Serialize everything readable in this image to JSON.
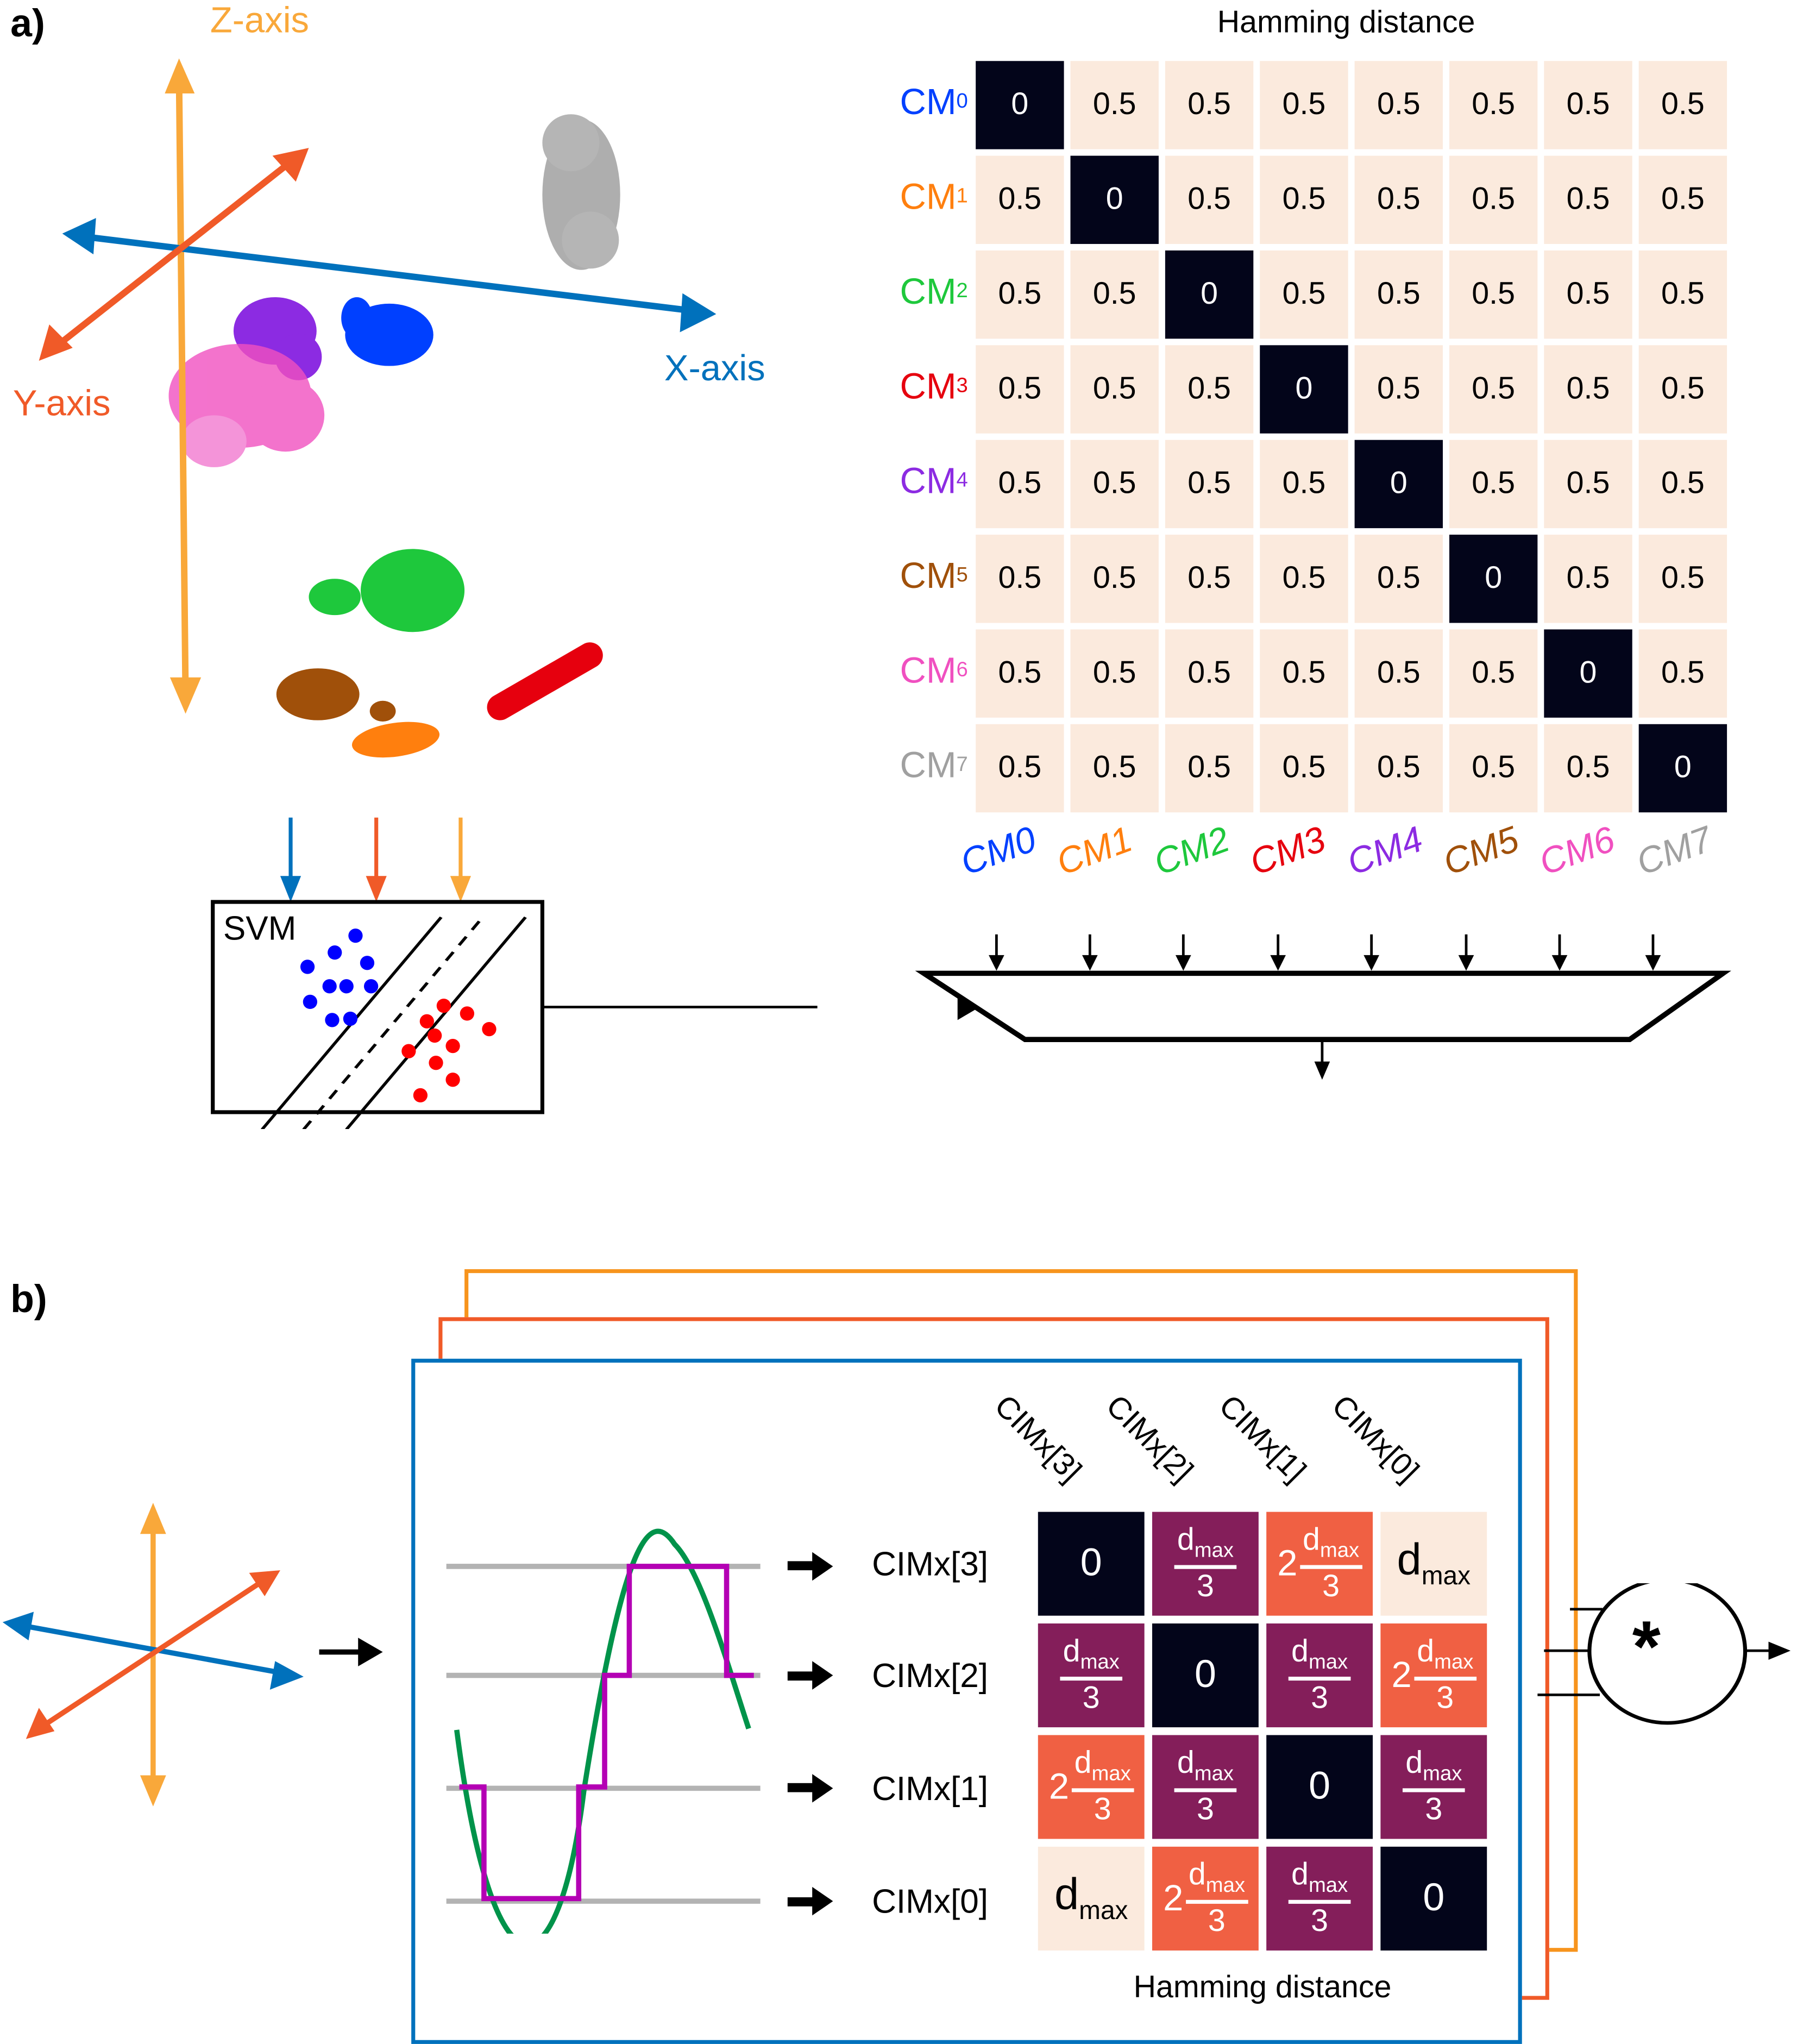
{
  "panel_a": {
    "label": "a)",
    "axes": {
      "z_label": "Z-axis",
      "y_label": "Y-axis",
      "x_label": "X-axis",
      "z_color": "#f9a83a",
      "y_color": "#f05a28",
      "x_color": "#0071bc"
    },
    "clusters": [
      {
        "name": "CM0",
        "color": "#0040ff"
      },
      {
        "name": "CM1",
        "color": "#ff7f0e"
      },
      {
        "name": "CM2",
        "color": "#1ec83c"
      },
      {
        "name": "CM3",
        "color": "#e6000e"
      },
      {
        "name": "CM4",
        "color": "#8c2be2"
      },
      {
        "name": "CM5",
        "color": "#a0500a"
      },
      {
        "name": "CM6",
        "color": "#f050c0"
      },
      {
        "name": "CM7",
        "color": "#a0a0a0"
      }
    ],
    "svm": {
      "label": "SVM",
      "class_a_color": "#0000ff",
      "class_b_color": "#ff0000"
    },
    "heatmap": {
      "title": "Hamming distance",
      "row_labels": [
        {
          "base": "CM",
          "sub": "0",
          "color": "#0040ff"
        },
        {
          "base": "CM",
          "sub": "1",
          "color": "#ff7f0e"
        },
        {
          "base": "CM",
          "sub": "2",
          "color": "#1ec83c"
        },
        {
          "base": "CM",
          "sub": "3",
          "color": "#e6000e"
        },
        {
          "base": "CM",
          "sub": "4",
          "color": "#8c2be2"
        },
        {
          "base": "CM",
          "sub": "5",
          "color": "#a0500a"
        },
        {
          "base": "CM",
          "sub": "6",
          "color": "#f050c0"
        },
        {
          "base": "CM",
          "sub": "7",
          "color": "#a0a0a0"
        }
      ],
      "values": [
        [
          "0",
          "0.5",
          "0.5",
          "0.5",
          "0.5",
          "0.5",
          "0.5",
          "0.5"
        ],
        [
          "0.5",
          "0",
          "0.5",
          "0.5",
          "0.5",
          "0.5",
          "0.5",
          "0.5"
        ],
        [
          "0.5",
          "0.5",
          "0",
          "0.5",
          "0.5",
          "0.5",
          "0.5",
          "0.5"
        ],
        [
          "0.5",
          "0.5",
          "0.5",
          "0",
          "0.5",
          "0.5",
          "0.5",
          "0.5"
        ],
        [
          "0.5",
          "0.5",
          "0.5",
          "0.5",
          "0",
          "0.5",
          "0.5",
          "0.5"
        ],
        [
          "0.5",
          "0.5",
          "0.5",
          "0.5",
          "0.5",
          "0",
          "0.5",
          "0.5"
        ],
        [
          "0.5",
          "0.5",
          "0.5",
          "0.5",
          "0.5",
          "0.5",
          "0",
          "0.5"
        ],
        [
          "0.5",
          "0.5",
          "0.5",
          "0.5",
          "0.5",
          "0.5",
          "0.5",
          "0"
        ]
      ],
      "diag_color": "#03051a",
      "off_color": "#fbeadd"
    },
    "mux_inputs": [
      "CM0",
      "CM1",
      "CM2",
      "CM3",
      "CM4",
      "CM5",
      "CM6",
      "CM7"
    ]
  },
  "panel_b": {
    "label": "b)",
    "levels": [
      "CIMx[3]",
      "CIMx[2]",
      "CIMx[1]",
      "CIMx[0]"
    ],
    "column_labels": [
      "CIMx[3]",
      "CIMx[2]",
      "CIMx[1]",
      "CIMx[0]"
    ],
    "matrix": [
      [
        "0",
        "dmax/3",
        "2dmax/3",
        "dmax"
      ],
      [
        "dmax/3",
        "0",
        "dmax/3",
        "2dmax/3"
      ],
      [
        "2dmax/3",
        "dmax/3",
        "0",
        "dmax/3"
      ],
      [
        "dmax",
        "2dmax/3",
        "dmax/3",
        "0"
      ]
    ],
    "d_symbol": "d",
    "max_sub": "max",
    "denominator": "3",
    "coef_two": "2",
    "zero": "0",
    "matrix_title": "Hamming distance",
    "operator": "*",
    "frame_colors": [
      "#0071bc",
      "#f05a28",
      "#f7941d"
    ],
    "wave_color": "#00934a",
    "quant_color": "#b400b4",
    "level_line_color": "#b3b3b3"
  }
}
